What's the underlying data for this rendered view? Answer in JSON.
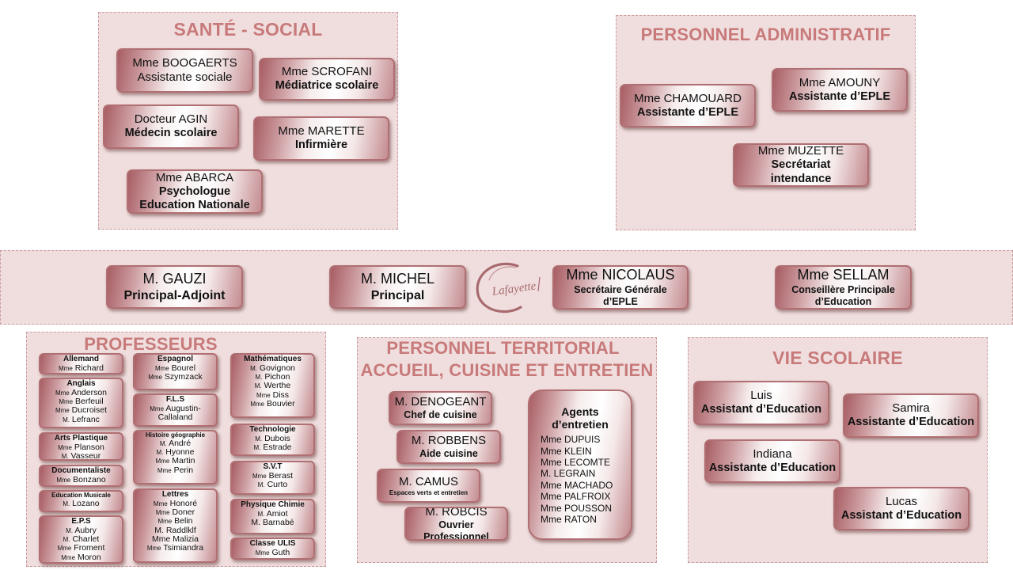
{
  "sante": {
    "title": "SANTÉ - SOCIAL",
    "cards": [
      {
        "name": "Mme BOOGAERTS",
        "role": "Assistante sociale"
      },
      {
        "name": "Mme SCROFANI",
        "role": "Médiatrice scolaire"
      },
      {
        "name": "Docteur AGIN",
        "role": "Médecin  scolaire"
      },
      {
        "name": "Mme MARETTE",
        "role": "Infirmière"
      },
      {
        "name": "Mme ABARCA",
        "role": "Psychologue",
        "role2": "Education Nationale"
      }
    ]
  },
  "admin": {
    "title": "PERSONNEL ADMINISTRATIF",
    "cards": [
      {
        "name": "Mme CHAMOUARD",
        "role": "Assistante d’EPLE"
      },
      {
        "name": "Mme AMOUNY",
        "role": "Assistante d’EPLE"
      },
      {
        "name": "Mme MUZETTE",
        "role": "Secrétariat",
        "role2": "intendance"
      }
    ]
  },
  "direction": {
    "logo_text": "Lafayette",
    "cards": [
      {
        "name": "M. GAUZI",
        "role": "Principal-Adjoint"
      },
      {
        "name": "M. MICHEL",
        "role": "Principal"
      },
      {
        "name": "Mme NICOLAUS",
        "role": "Secrétaire Générale",
        "role2": "d’EPLE"
      },
      {
        "name": "Mme SELLAM",
        "role": "Conseillère Principale",
        "role2": "d’Education"
      }
    ]
  },
  "profs": {
    "title": "PROFESSEURS",
    "groups": [
      {
        "title": "Allemand",
        "members": [
          {
            "p": "Mme",
            "n": "Richard"
          }
        ]
      },
      {
        "title": "Anglais",
        "members": [
          {
            "p": "Mme",
            "n": "Anderson"
          },
          {
            "p": "Mme",
            "n": "Berfeuil"
          },
          {
            "p": "Mme",
            "n": "Ducroiset"
          },
          {
            "p": "M.",
            "n": "Lefranc"
          }
        ]
      },
      {
        "title": "Arts Plastique",
        "members": [
          {
            "p": "Mme",
            "n": "Planson"
          },
          {
            "p": "M.",
            "n": "Vasseur"
          }
        ]
      },
      {
        "title": "Documentaliste",
        "members": [
          {
            "p": "Mme",
            "n": "Bonzano"
          }
        ]
      },
      {
        "title": "Education Musicale",
        "members": [
          {
            "p": "M.",
            "n": "Lozano"
          }
        ]
      },
      {
        "title": "E.P.S",
        "members": [
          {
            "p": "M.",
            "n": "Aubry"
          },
          {
            "p": "M.",
            "n": "Charlet"
          },
          {
            "p": "Mme",
            "n": "Froment"
          },
          {
            "p": "Mme",
            "n": "Moron"
          }
        ]
      },
      {
        "title": "Espagnol",
        "members": [
          {
            "p": "Mme",
            "n": "Bourel"
          },
          {
            "p": "Mme",
            "n": "Szymzack"
          }
        ]
      },
      {
        "title": "F.L.S",
        "members": [
          {
            "p": "Mme",
            "n": "Augustin-"
          },
          {
            "p": "",
            "n": "Callaland"
          }
        ]
      },
      {
        "title": "Histoire géographie",
        "members": [
          {
            "p": "M.",
            "n": "André"
          },
          {
            "p": "M.",
            "n": "Hyonne"
          },
          {
            "p": "Mme",
            "n": "Martin"
          },
          {
            "p": "Mme",
            "n": "Perin"
          }
        ]
      },
      {
        "title": "Lettres",
        "members": [
          {
            "p": "Mme",
            "n": "Honoré"
          },
          {
            "p": "Mme",
            "n": "Doner"
          },
          {
            "p": "Mme",
            "n": "Belin"
          },
          {
            "p": "",
            "n": "M. Raddlklf"
          },
          {
            "p": "",
            "n": "Mme Malizia"
          },
          {
            "p": "Mme",
            "n": "Tsimiandra"
          }
        ]
      },
      {
        "title": "Mathématiques",
        "members": [
          {
            "p": "M.",
            "n": "Govignon"
          },
          {
            "p": "M.",
            "n": "Pichon"
          },
          {
            "p": "M.",
            "n": "Werthe"
          },
          {
            "p": "Mme",
            "n": "Diss"
          },
          {
            "p": "Mme",
            "n": "Bouvier"
          }
        ]
      },
      {
        "title": "Technologie",
        "members": [
          {
            "p": "M.",
            "n": "Dubois"
          },
          {
            "p": "M.",
            "n": "Estrade"
          }
        ]
      },
      {
        "title": "S.V.T",
        "members": [
          {
            "p": "Mme",
            "n": "Berast"
          },
          {
            "p": "M.",
            "n": "Curto"
          }
        ]
      },
      {
        "title": "Physique Chimie",
        "members": [
          {
            "p": "M.",
            "n": "Amiot"
          },
          {
            "p": "",
            "n": "M. Barnabé"
          }
        ]
      },
      {
        "title": "Classe ULIS",
        "members": [
          {
            "p": "Mme",
            "n": "Guth"
          }
        ]
      }
    ]
  },
  "territorial": {
    "title": "PERSONNEL TERRITORIAL",
    "subtitle": "ACCUEIL, CUISINE ET ENTRETIEN",
    "cards": [
      {
        "name": "M. DENOGEANT",
        "role": "Chef de cuisine"
      },
      {
        "name": "M. ROBBENS",
        "role": "Aide cuisine"
      },
      {
        "name": "M. CAMUS",
        "role": "Espaces verts et entretien"
      },
      {
        "name": "M. ROBCIS",
        "role": "Ouvrier Professionnel"
      }
    ],
    "agents": {
      "title": "Agents",
      "title2": "d’entretien",
      "members": [
        "Mme DUPUIS",
        "Mme KLEIN",
        "Mme LECOMTE",
        "M.  LEGRAIN",
        "Mme MACHADO",
        "Mme PALFROIX",
        "Mme POUSSON",
        "Mme RATON"
      ]
    }
  },
  "vie": {
    "title": "VIE SCOLAIRE",
    "cards": [
      {
        "name": "Luis",
        "role": "Assistant d’Education"
      },
      {
        "name": "Samira",
        "role": "Assistante d’Education"
      },
      {
        "name": "Indiana",
        "role": "Assistante d’Education"
      },
      {
        "name": "Lucas",
        "role": "Assistant d’Education"
      }
    ]
  }
}
